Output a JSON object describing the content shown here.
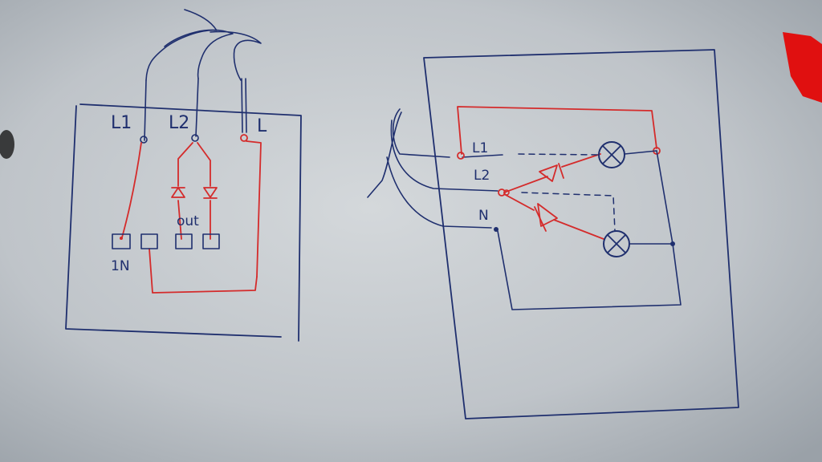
{
  "colors": {
    "paper_light": "#d4d8db",
    "paper_dark": "#9aa1a8",
    "ink_blue": "#1f2f6e",
    "ink_red": "#d42b2b",
    "corner_red": "#e01010"
  },
  "left_diagram": {
    "terminal_labels": {
      "l1": "L1",
      "l2": "L2",
      "l": "L"
    },
    "out_label": "out",
    "in_label": "1N"
  },
  "right_diagram": {
    "wire_labels": {
      "l1": "L1",
      "l2": "L2",
      "n": "N"
    }
  }
}
